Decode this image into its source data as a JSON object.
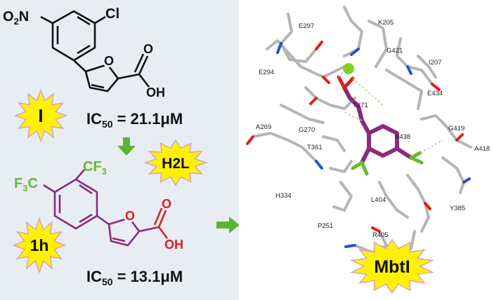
{
  "compound_I": {
    "o2n": "O",
    "o2n_sub": "2",
    "o2n_n": "N",
    "cl": "Cl",
    "ring_o": "O",
    "carbonyl_o": "O",
    "oh": "OH",
    "badge": "I",
    "ic50_prefix": "IC",
    "ic50_sub": "50",
    "ic50_value": "=  21.1μM"
  },
  "compound_1h": {
    "cf3_left_f": "F",
    "cf3_left_sub": "3",
    "cf3_left_c": "C",
    "cf3_right_c": "CF",
    "cf3_right_sub": "3",
    "ring_o": "O",
    "carbonyl_o": "O",
    "oh": "OH",
    "badge": "1h",
    "ic50_prefix": "IC",
    "ic50_sub": "50",
    "ic50_value": "=  13.1μM"
  },
  "method_badge": "H2L",
  "target_badge": "MbtI",
  "residues": [
    "E297",
    "K205",
    "G421",
    "I207",
    "E294",
    "E434",
    "T271",
    "A269",
    "G270",
    "G419",
    "K438",
    "T361",
    "A418",
    "H334",
    "L404",
    "Y385",
    "P251",
    "R405"
  ],
  "colors": {
    "background": "#e8edf4",
    "burst_fill": "#fff200",
    "burst_stroke": "#d8a0c0",
    "arrow_green": "#5cb531",
    "ligand_purple": "#8b2a78",
    "fluoro_green": "#67b832",
    "oxygen_red": "#e01d1d",
    "magnesium": "#7dd321"
  }
}
